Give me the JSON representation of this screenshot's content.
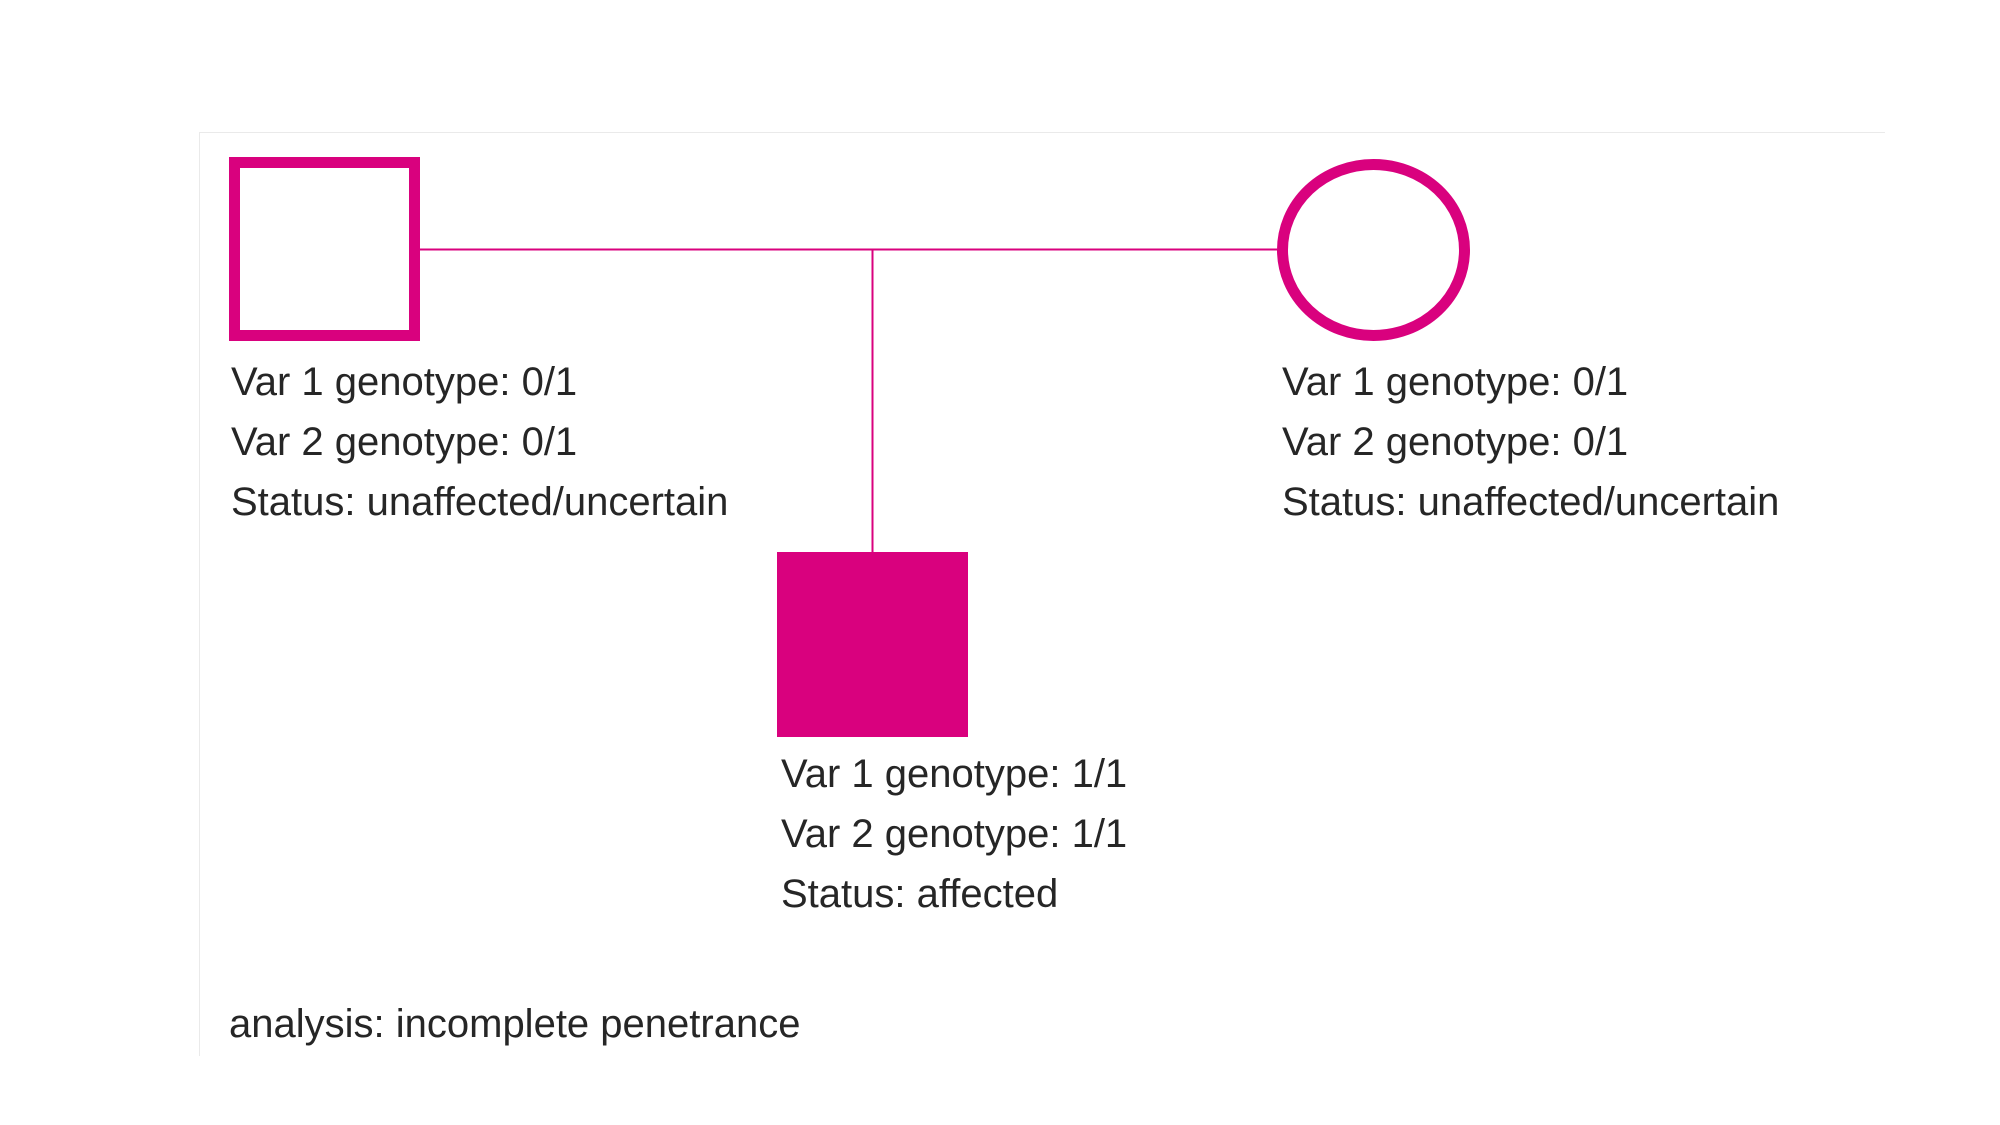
{
  "colors": {
    "accent": "#d9017e",
    "text": "#262626",
    "panel_border": "#eaeaea",
    "background": "#ffffff"
  },
  "pedigree": {
    "members": [
      {
        "id": "father",
        "symbol": "square-outline",
        "labels": [
          "Var 1 genotype: 0/1",
          "Var 2 genotype: 0/1",
          "Status: unaffected/uncertain"
        ]
      },
      {
        "id": "mother",
        "symbol": "circle-outline",
        "labels": [
          "Var 1 genotype: 0/1",
          "Var 2 genotype: 0/1",
          "Status: unaffected/uncertain"
        ]
      },
      {
        "id": "child",
        "symbol": "square-filled",
        "labels": [
          "Var 1 genotype: 1/1",
          "Var 2 genotype: 1/1",
          "Status: affected"
        ]
      }
    ],
    "footer": "analysis: incomplete penetrance"
  }
}
